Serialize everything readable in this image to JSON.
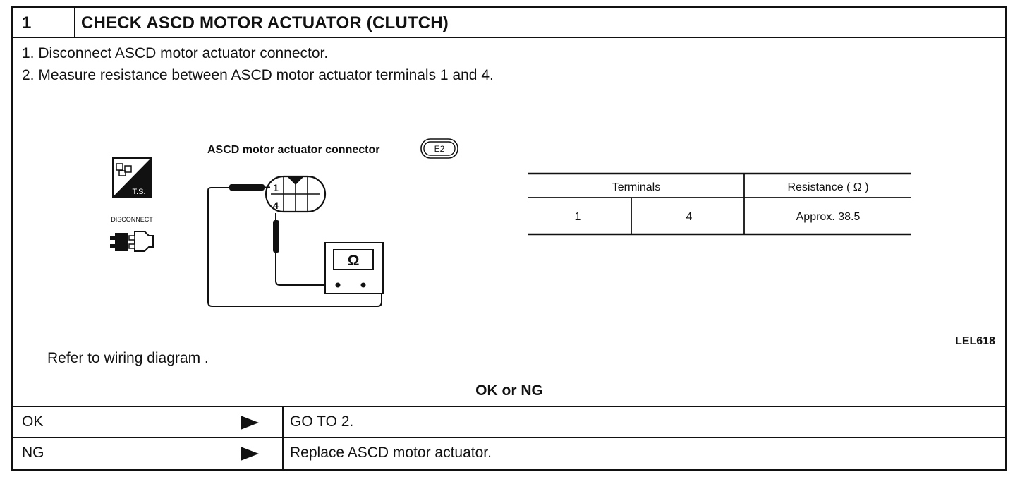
{
  "header": {
    "step_number": "1",
    "title": "CHECK ASCD MOTOR ACTUATOR (CLUTCH)"
  },
  "steps": [
    "1.  Disconnect ASCD motor actuator connector.",
    "2.  Measure resistance between ASCD motor actuator terminals 1 and 4."
  ],
  "illustration": {
    "connector_label": "ASCD motor actuator connector",
    "connector_code": "E2",
    "icon_ts_label": "T.S.",
    "icon_disconnect_label": "DISCONNECT",
    "terminal_top": "1",
    "terminal_bottom": "4",
    "meter_symbol": "Ω",
    "figure_id": "LEL618"
  },
  "spec_table": {
    "headers": {
      "terminals": "Terminals",
      "resistance": "Resistance ( Ω )"
    },
    "row": {
      "terminal_a": "1",
      "terminal_b": "4",
      "resistance": "Approx. 38.5"
    }
  },
  "refer_text": "Refer to wiring diagram .",
  "result": {
    "title": "OK or NG",
    "rows": [
      {
        "label": "OK",
        "action": "GO TO 2."
      },
      {
        "label": "NG",
        "action": "Replace ASCD motor actuator."
      }
    ]
  }
}
